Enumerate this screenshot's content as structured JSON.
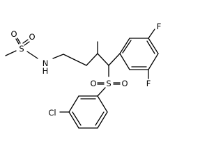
{
  "molecule": {
    "atoms": {
      "methyl_sulfur": "S",
      "sulfonamide_oxygen_top": "O",
      "sulfonamide_oxygen_left": "O",
      "amide_nitrogen": "N",
      "amide_hydrogen": "H",
      "fluorine_top": "F",
      "fluorine_right": "F",
      "sulfonyl_sulfur": "S",
      "sulfonyl_oxygen_left": "O",
      "sulfonyl_oxygen_right": "O",
      "chlorine": "Cl"
    }
  }
}
